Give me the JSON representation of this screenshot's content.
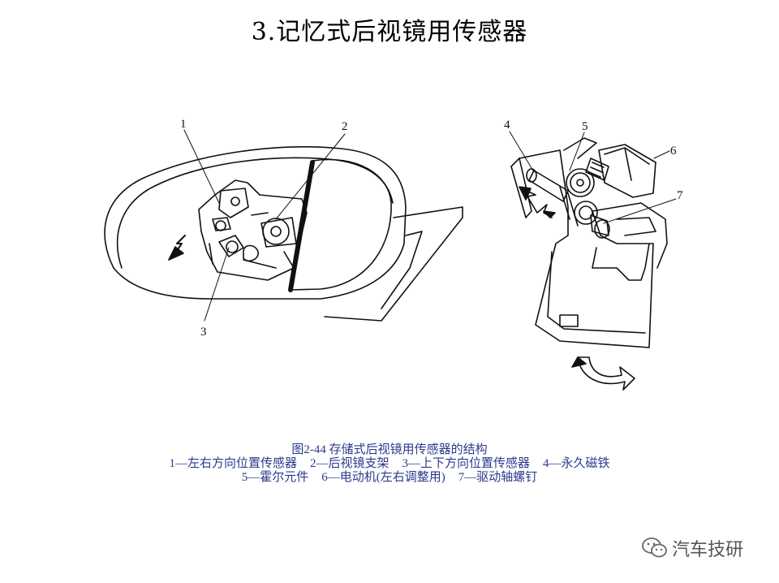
{
  "title": "3.记忆式后视镜用传感器",
  "callouts": {
    "n1": "1",
    "n2": "2",
    "n3": "3",
    "n4": "4",
    "n5": "5",
    "n6": "6",
    "n7": "7"
  },
  "caption": {
    "figure_title": "图2-44    存储式后视镜用传感器的结构",
    "legend_line1": [
      "1—左右方向位置传感器",
      "2—后视镜支架",
      "3—上下方向位置传感器",
      "4—永久磁铁"
    ],
    "legend_line2": [
      "5—霍尔元件",
      "6—电动机(左右调整用)",
      "7—驱动轴螺钉"
    ]
  },
  "watermark": {
    "text": "汽车技研",
    "icon": "wechat-icon"
  },
  "colors": {
    "caption": "#2b3a8c",
    "line": "#111111"
  }
}
